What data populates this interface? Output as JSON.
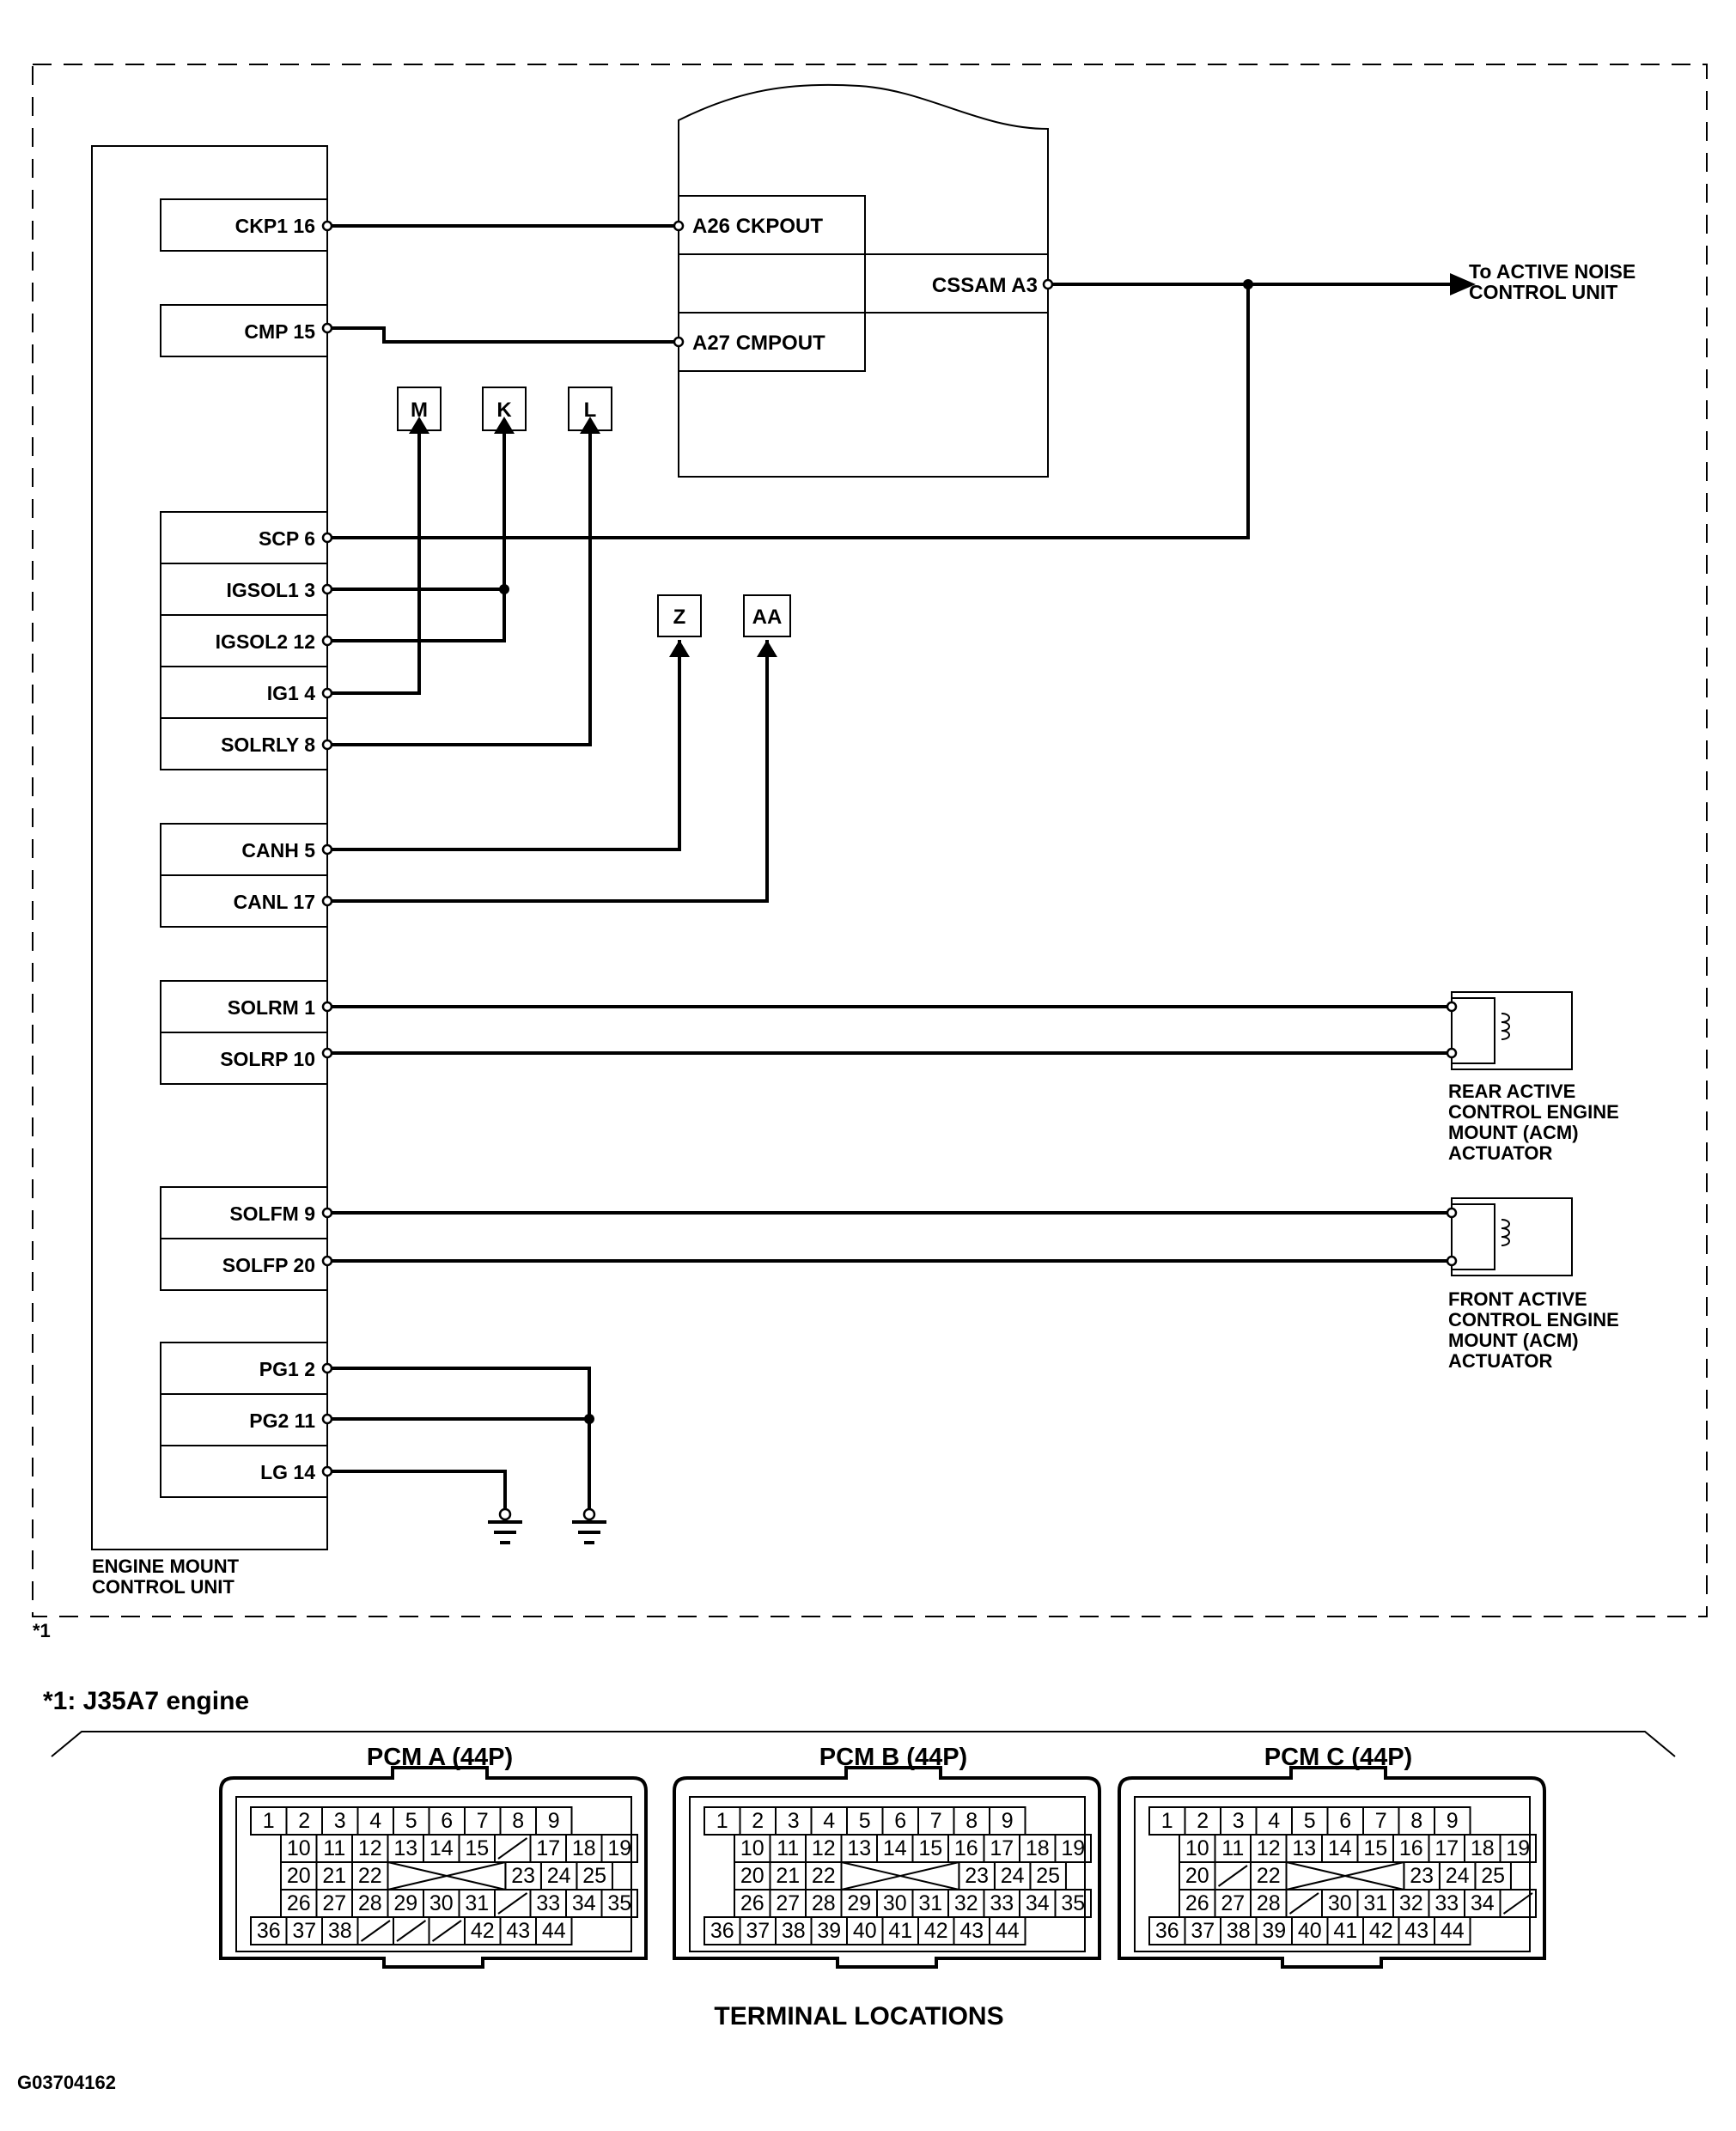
{
  "diagram": {
    "ecu": {
      "name_lines": [
        "ENGINE MOUNT",
        "CONTROL UNIT"
      ],
      "groups": [
        [
          "CKP1 16"
        ],
        [
          "CMP 15"
        ],
        [
          "SCP 6",
          "IGSOL1 3",
          "IGSOL2 12",
          "IG1 4",
          "SOLRLY 8"
        ],
        [
          "CANH 5",
          "CANL 17"
        ],
        [
          "SOLRM 1",
          "SOLRP 10"
        ],
        [
          "SOLFM 9",
          "SOLFP 20"
        ],
        [
          "PG1 2",
          "PG2 11",
          "LG 14"
        ]
      ]
    },
    "pcm": {
      "inputs": [
        "A26 CKPOUT",
        "A27 CMPOUT"
      ],
      "output": "CSSAM A3"
    },
    "destination_lines": [
      "To ACTIVE NOISE",
      "CONTROL UNIT"
    ],
    "connectors_top": [
      "M",
      "K",
      "L"
    ],
    "connectors_can": [
      "Z",
      "AA"
    ],
    "rear_actuator_lines": [
      "REAR ACTIVE",
      "CONTROL ENGINE",
      "MOUNT (ACM)",
      "ACTUATOR"
    ],
    "front_actuator_lines": [
      "FRONT ACTIVE",
      "CONTROL ENGINE",
      "MOUNT (ACM)",
      "ACTUATOR"
    ],
    "footnote_mark": "*1"
  },
  "note": "*1: J35A7 engine",
  "connector_views": [
    {
      "title": "PCM A (44P)",
      "rows": [
        [
          "1",
          "2",
          "3",
          "4",
          "5",
          "6",
          "7",
          "8",
          "9"
        ],
        [
          "10",
          "11",
          "12",
          "13",
          "14",
          "15",
          "/",
          "17",
          "18",
          "19"
        ],
        [
          "20",
          "21",
          "22",
          "X",
          "23",
          "24",
          "25"
        ],
        [
          "26",
          "27",
          "28",
          "29",
          "30",
          "31",
          "/",
          "33",
          "34",
          "35"
        ],
        [
          "36",
          "37",
          "38",
          "/",
          "/",
          "/",
          "42",
          "43",
          "44"
        ]
      ]
    },
    {
      "title": "PCM B (44P)",
      "rows": [
        [
          "1",
          "2",
          "3",
          "4",
          "5",
          "6",
          "7",
          "8",
          "9"
        ],
        [
          "10",
          "11",
          "12",
          "13",
          "14",
          "15",
          "16",
          "17",
          "18",
          "19"
        ],
        [
          "20",
          "21",
          "22",
          "X",
          "23",
          "24",
          "25"
        ],
        [
          "26",
          "27",
          "28",
          "29",
          "30",
          "31",
          "32",
          "33",
          "34",
          "35"
        ],
        [
          "36",
          "37",
          "38",
          "39",
          "40",
          "41",
          "42",
          "43",
          "44"
        ]
      ]
    },
    {
      "title": "PCM C (44P)",
      "rows": [
        [
          "1",
          "2",
          "3",
          "4",
          "5",
          "6",
          "7",
          "8",
          "9"
        ],
        [
          "10",
          "11",
          "12",
          "13",
          "14",
          "15",
          "16",
          "17",
          "18",
          "19"
        ],
        [
          "20",
          "/",
          "22",
          "X",
          "23",
          "24",
          "25"
        ],
        [
          "26",
          "27",
          "28",
          "/",
          "30",
          "31",
          "32",
          "33",
          "34",
          "/"
        ],
        [
          "36",
          "37",
          "38",
          "39",
          "40",
          "41",
          "42",
          "43",
          "44"
        ]
      ]
    }
  ],
  "terminal_caption": "TERMINAL LOCATIONS",
  "figure_id": "G03704162"
}
